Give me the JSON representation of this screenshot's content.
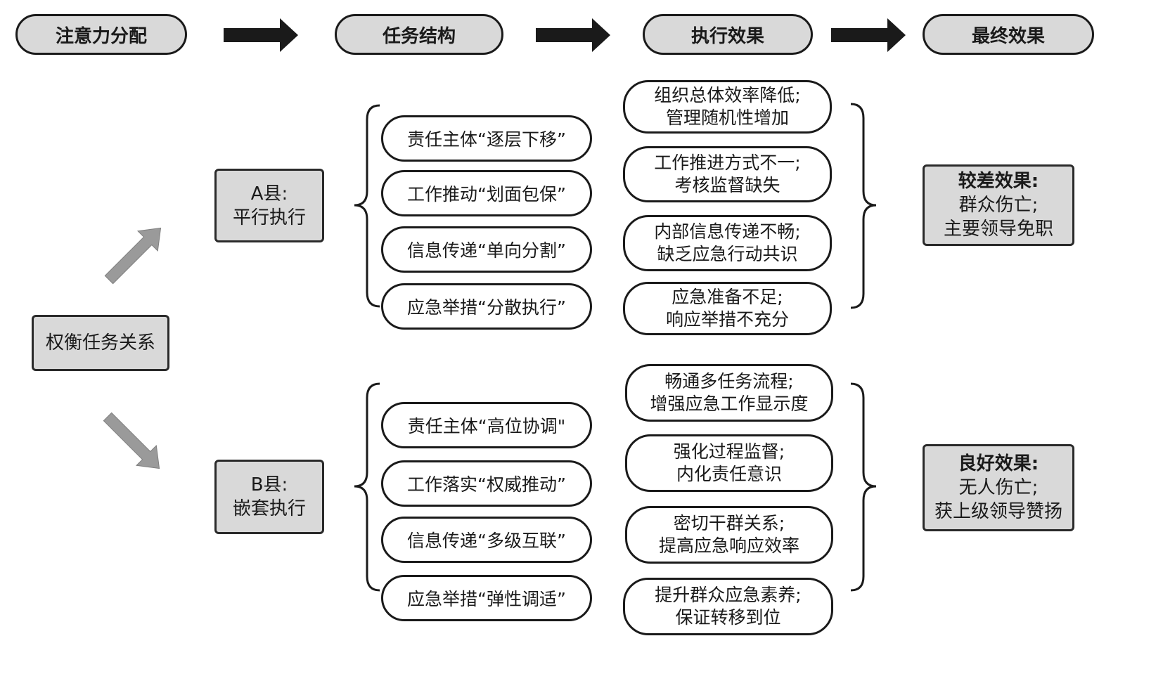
{
  "headers": {
    "attention": "注意力分配",
    "task_structure": "任务结构",
    "execution_effect": "执行效果",
    "final_effect": "最终效果"
  },
  "root": {
    "label": "权衡任务关系"
  },
  "county_a": {
    "name": "A县:",
    "mode": "平行执行",
    "tasks": [
      "责任主体“逐层下移”",
      "工作推动“划面包保”",
      "信息传递“单向分割”",
      "应急举措“分散执行”"
    ],
    "effects": [
      {
        "line1": "组织总体效率降低;",
        "line2": "管理随机性增加"
      },
      {
        "line1": "工作推进方式不一;",
        "line2": "考核监督缺失"
      },
      {
        "line1": "内部信息传递不畅;",
        "line2": "缺乏应急行动共识"
      },
      {
        "line1": "应急准备不足;",
        "line2": "响应举措不充分"
      }
    ],
    "result": {
      "title": "较差效果:",
      "line1": "群众伤亡;",
      "line2": "主要领导免职"
    }
  },
  "county_b": {
    "name": "B县:",
    "mode": "嵌套执行",
    "tasks": [
      "责任主体“高位协调\"",
      "工作落实“权威推动”",
      "信息传递“多级互联”",
      "应急举措“弹性调适”"
    ],
    "effects": [
      {
        "line1": "畅通多任务流程;",
        "line2": "增强应急工作显示度"
      },
      {
        "line1": "强化过程监督;",
        "line2": "内化责任意识"
      },
      {
        "line1": "密切干群关系;",
        "line2": "提高应急响应效率"
      },
      {
        "line1": "提升群众应急素养;",
        "line2": "保证转移到位"
      }
    ],
    "result": {
      "title": "良好效果:",
      "line1": "无人伤亡;",
      "line2": "获上级领导赞扬"
    }
  },
  "colors": {
    "box_fill": "#d9d9d9",
    "stroke": "#1a1a1a",
    "gray_arrow": "#9a9a9a"
  }
}
